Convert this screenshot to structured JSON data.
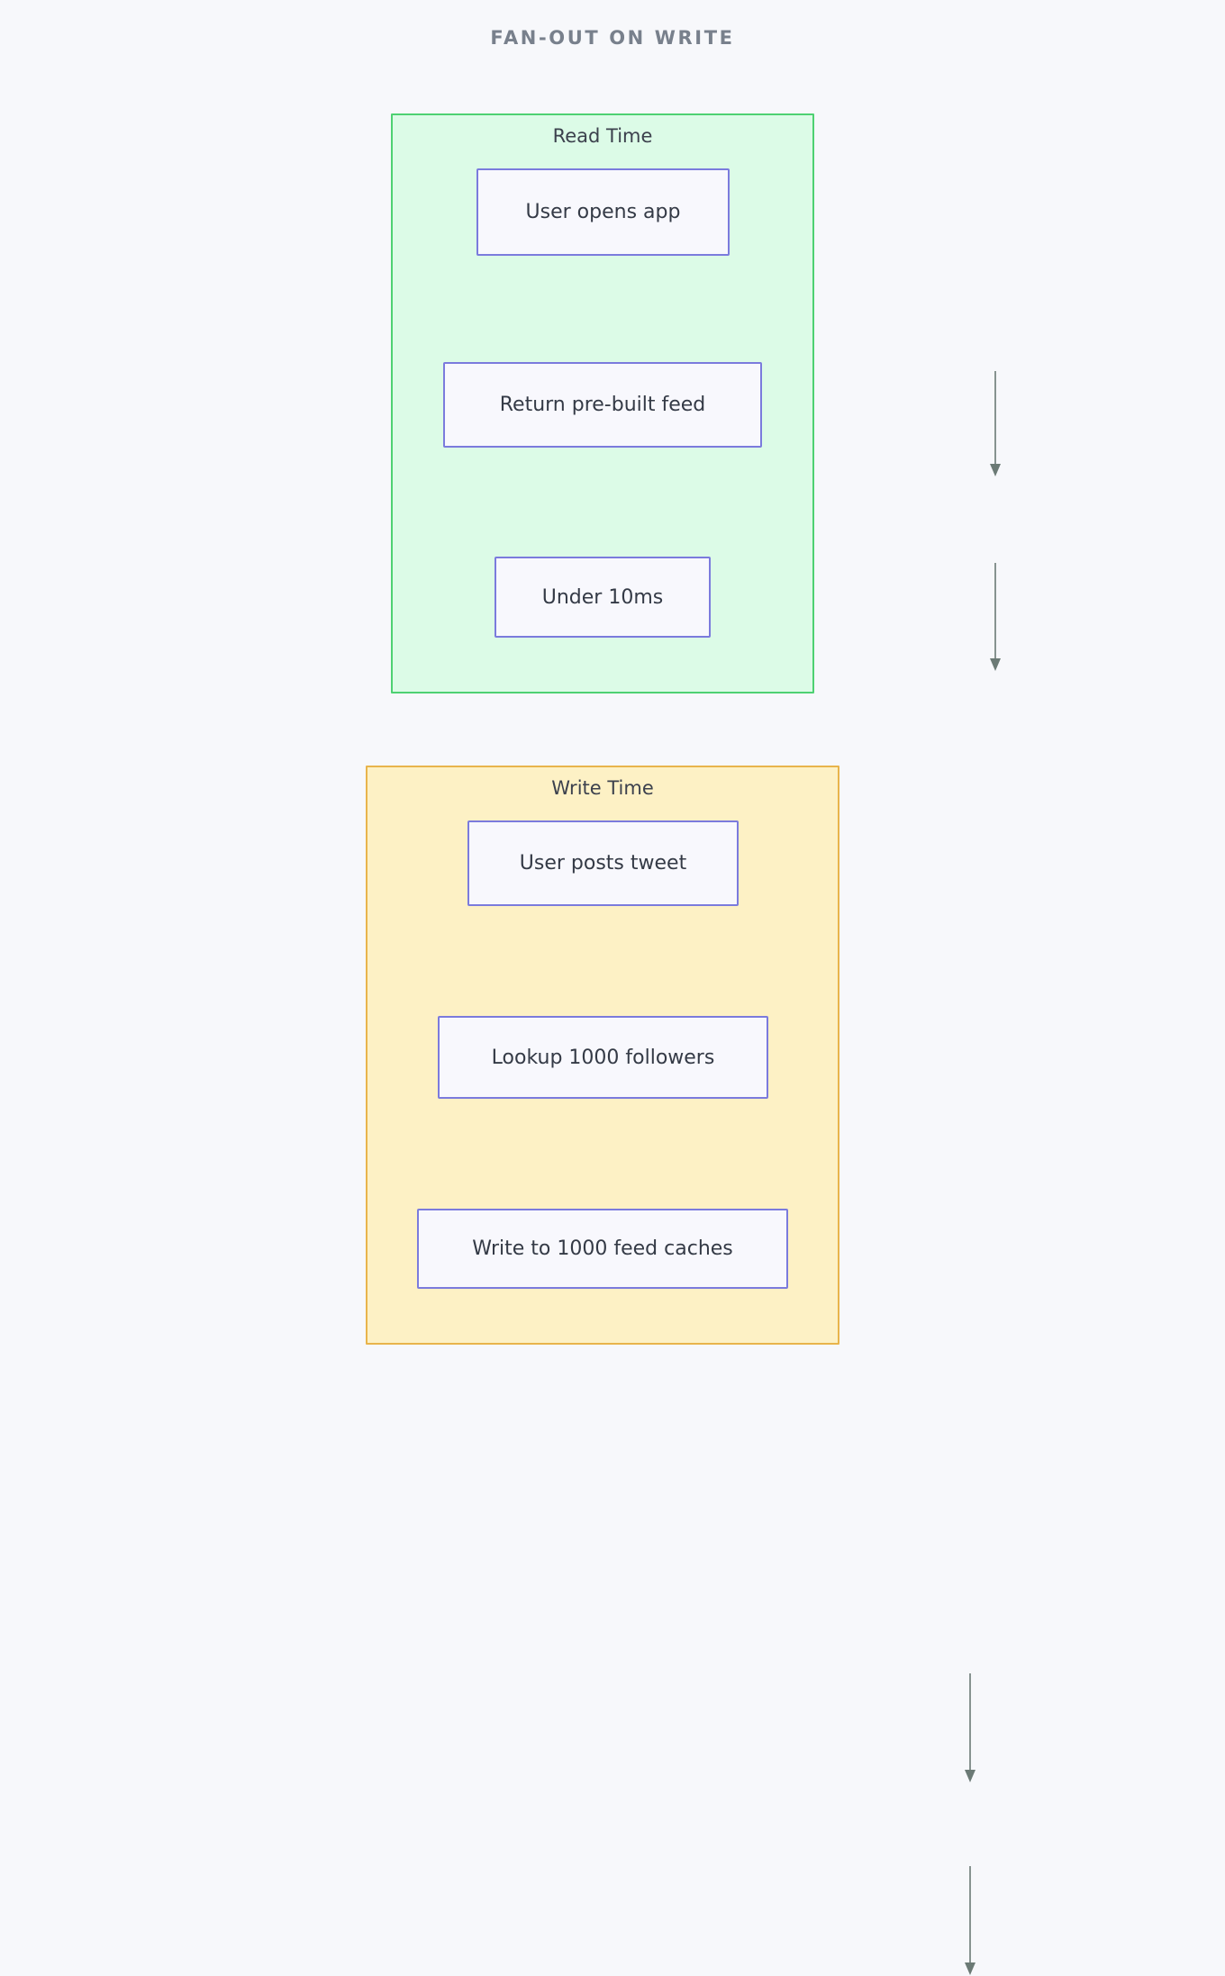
{
  "diagram": {
    "title": "FAN-OUT ON WRITE",
    "type": "flowchart",
    "background_color": "#f7f8fb",
    "title_color": "#78808c",
    "node_fill": "#f8f8fd",
    "node_border": "#7b7bdd",
    "node_text_color": "#343a46",
    "edge_color": "#6b7a75",
    "subgraphs": [
      {
        "id": "read-time",
        "title": "Read Time",
        "fill": "#dcfbe7",
        "border": "#4ed172",
        "nodes": [
          {
            "id": "user-opens-app",
            "label": "User opens app"
          },
          {
            "id": "return-prebuilt",
            "label": "Return pre-built feed"
          },
          {
            "id": "under-10ms",
            "label": "Under 10ms"
          }
        ],
        "edges": [
          {
            "from": "user-opens-app",
            "to": "return-prebuilt",
            "label": ""
          },
          {
            "from": "return-prebuilt",
            "to": "under-10ms",
            "label": ""
          }
        ]
      },
      {
        "id": "write-time",
        "title": "Write Time",
        "fill": "#fdf1c5",
        "border": "#e8b44b",
        "nodes": [
          {
            "id": "user-posts-tweet",
            "label": "User posts tweet"
          },
          {
            "id": "lookup-followers",
            "label": "Lookup 1000 followers"
          },
          {
            "id": "write-feed-caches",
            "label": "Write to 1000 feed caches"
          }
        ],
        "edges": [
          {
            "from": "user-posts-tweet",
            "to": "lookup-followers",
            "label": ""
          },
          {
            "from": "lookup-followers",
            "to": "write-feed-caches",
            "label": ""
          }
        ]
      }
    ]
  }
}
